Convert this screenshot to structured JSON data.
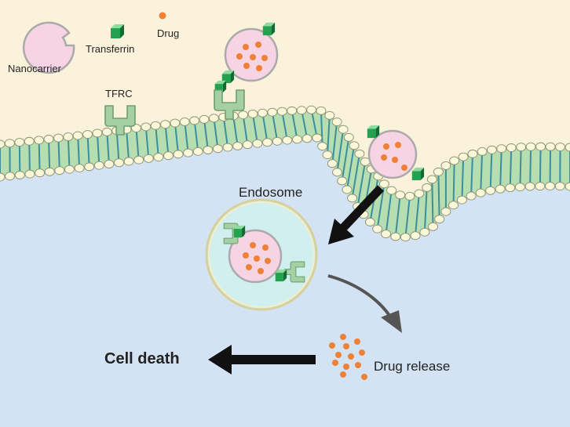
{
  "labels": {
    "nanocarrier": "Nanocarrier",
    "transferrin": "Transferrin",
    "drug": "Drug",
    "tfrc": "TFRC",
    "endosome": "Endosome",
    "drug_release": "Drug release",
    "cell_death": "Cell death"
  },
  "colors": {
    "extracellular": "#fbf2dc",
    "cytoplasm": "#d4e3f3",
    "membrane_fill": "#b7deb0",
    "lipid_head": "#fbf8da",
    "lipid_head_stroke": "#8d8f74",
    "lipid_tail": "#3d8f9e",
    "nanocarrier_fill": "#f7d4e3",
    "nanocarrier_stroke": "#aaaaaa",
    "drug": "#ee8136",
    "transferrin": "#25a24f",
    "receptor": "#a4d0a4",
    "endosome_fill": "#d1efef",
    "endosome_stroke": "#d6d09b",
    "arrow": "#111111",
    "curved_arrow": "#555555"
  },
  "icons": [
    "nanocarrier-icon",
    "transferrin-icon",
    "drug-icon",
    "tfrc-receptor-icon",
    "endosome-icon"
  ]
}
